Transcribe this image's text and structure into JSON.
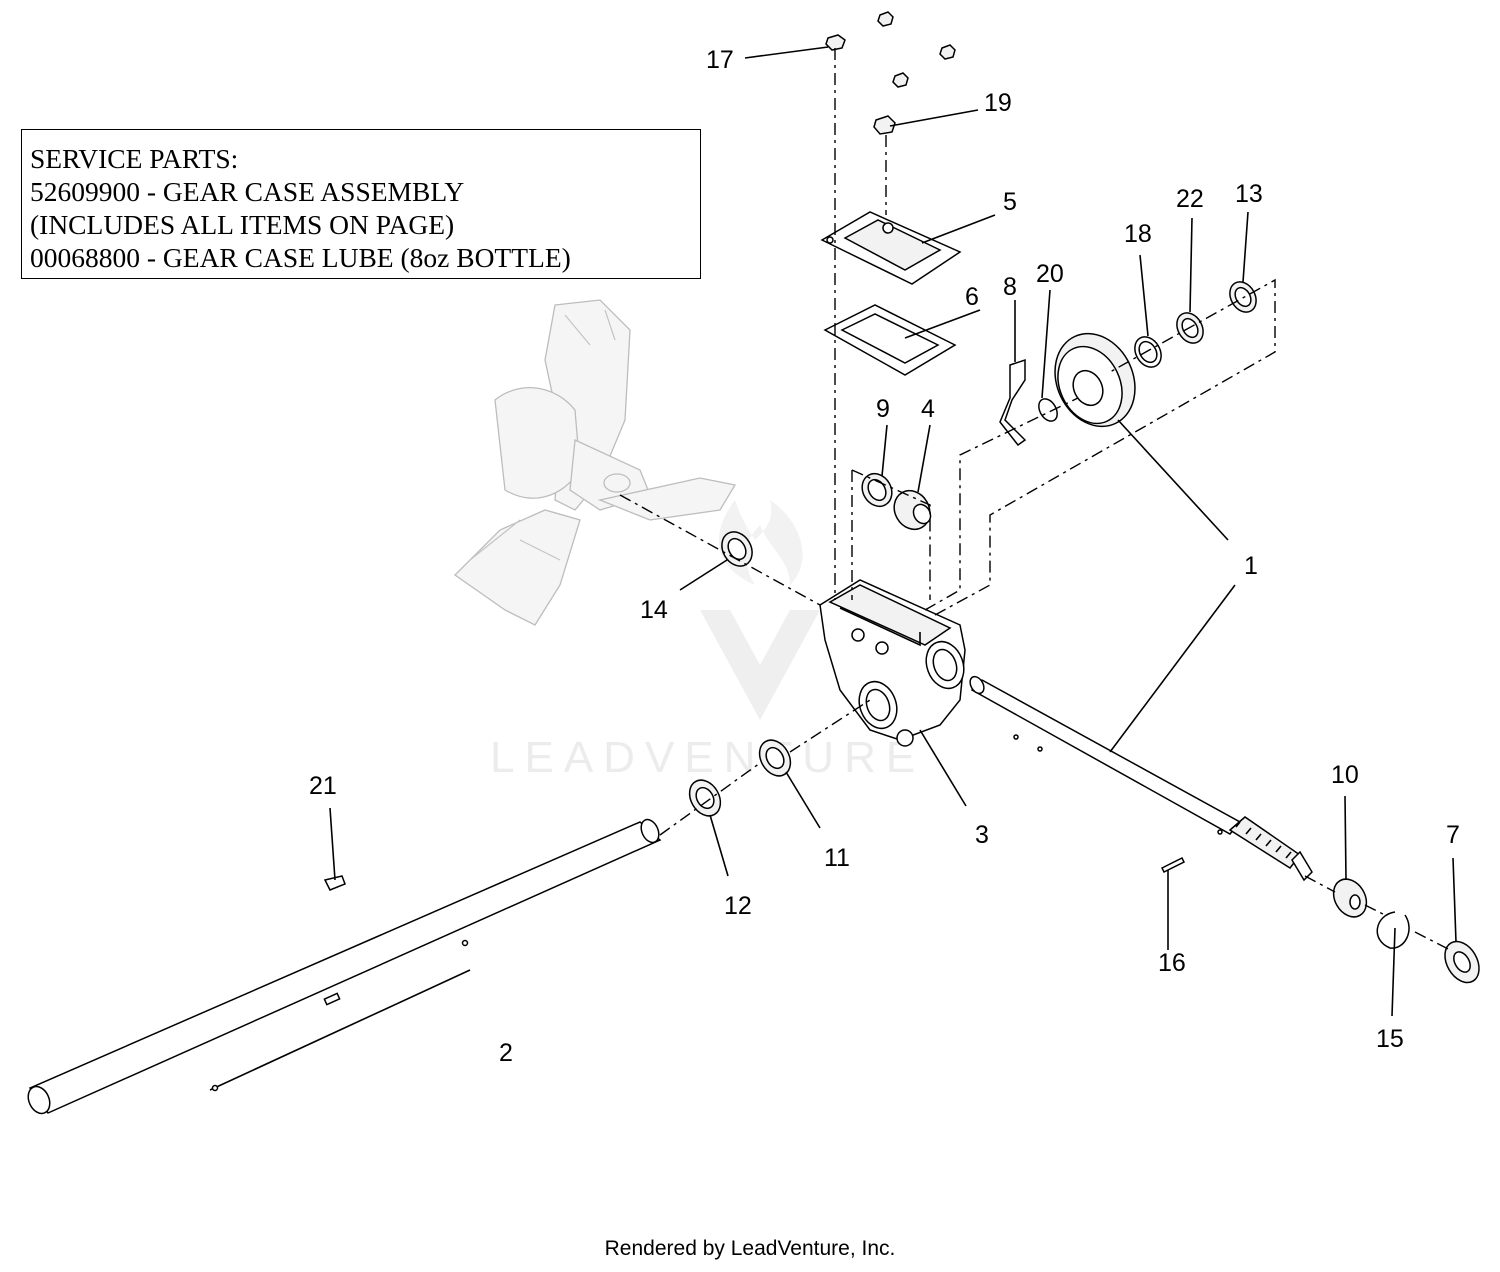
{
  "service_box": {
    "lines": [
      "SERVICE PARTS:",
      "52609900 - GEAR CASE ASSEMBLY",
      "(INCLUDES ALL ITEMS ON PAGE)",
      "00068800 - GEAR CASE LUBE (8oz BOTTLE)"
    ]
  },
  "callouts": {
    "c1": "1",
    "c2": "2",
    "c3": "3",
    "c4": "4",
    "c5": "5",
    "c6": "6",
    "c7": "7",
    "c8": "8",
    "c9": "9",
    "c10": "10",
    "c11": "11",
    "c12": "12",
    "c13": "13",
    "c14": "14",
    "c15": "15",
    "c16": "16",
    "c17": "17",
    "c18": "18",
    "c19": "19",
    "c20": "20",
    "c21": "21",
    "c22": "22"
  },
  "watermark": "LEADVENTURE",
  "footer": "Rendered by LeadVenture, Inc."
}
